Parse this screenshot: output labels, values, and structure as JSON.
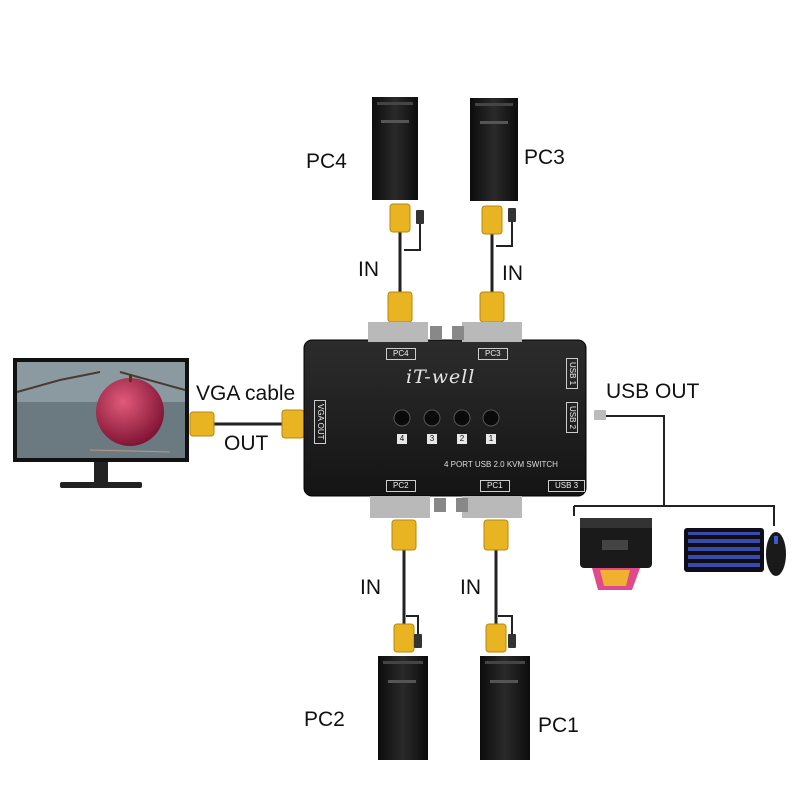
{
  "labels": {
    "pc4": "PC4",
    "pc3": "PC3",
    "pc2": "PC2",
    "pc1": "PC1",
    "in_pc4": "IN",
    "in_pc3": "IN",
    "in_pc2": "IN",
    "in_pc1": "IN",
    "vga_cable": "VGA cable",
    "out": "OUT",
    "usb_out": "USB OUT"
  },
  "kvm": {
    "brand": "iT-well",
    "model": "4 PORT USB 2.0 KVM SWITCH",
    "port_pc4": "PC4",
    "port_pc3": "PC3",
    "port_pc2": "PC2",
    "port_pc1": "PC1",
    "port_vga_out": "VGA OUT",
    "port_usb1": "USB 1",
    "port_usb2": "USB 2",
    "port_usb3": "USB 3",
    "button_numbers": [
      "4",
      "3",
      "2",
      "1"
    ]
  },
  "colors": {
    "connector": "#e8b422",
    "switch_body": "#1e1e1e",
    "cable": "#222222"
  }
}
